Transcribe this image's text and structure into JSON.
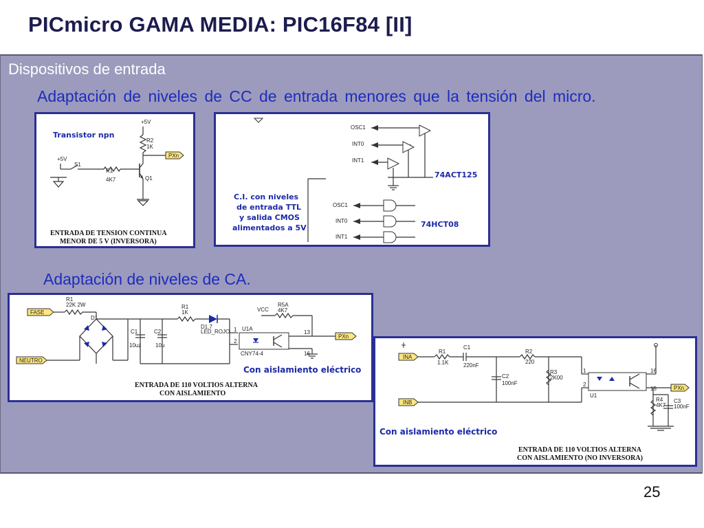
{
  "slide": {
    "title": "PICmicro GAMA MEDIA: PIC16F84 [II]",
    "section": "Dispositivos de entrada",
    "subheading_dc": "Adaptación de niveles de CC de entrada menores que la tensión del micro.",
    "subheading_ac": "Adaptación de niveles de CA.",
    "page_number": "25"
  },
  "fig_transistor": {
    "heading": "Transistor npn",
    "vcc": "+5V",
    "vcc_switch": "+5V",
    "r2": "R2",
    "r2_value": "1K",
    "r1": "R1",
    "r1_value": "4K7",
    "s1": "S1",
    "q1": "Q1",
    "output": "PXn",
    "caption_line1": "ENTRADA DE TENSION CONTINUA",
    "caption_line2": "MENOR DE 5 V (INVERSORA)"
  },
  "fig_ttl": {
    "pin_osc1": "OSC1",
    "pin_int0": "INT0",
    "pin_int1": "INT1",
    "chip_top": "74ACT125",
    "chip_bottom": "74HCT08",
    "note_line1": "C.I. con niveles",
    "note_line2": "de entrada TTL",
    "note_line3": "y salida CMOS",
    "note_line4": "alimentados a 5V"
  },
  "fig_ac1": {
    "fase": "FASE",
    "neutro": "NEUTRO",
    "r1": "R1",
    "r1_value": "22K 2W",
    "d1": "D1",
    "c1": "C1",
    "c1_value": "10uz",
    "c2": "C2",
    "c2_value": "10u",
    "r1b": "R1",
    "r1b_value": "1K",
    "led": "D1.7",
    "led_value": "LED_ROJO",
    "u1a": "U1A",
    "u1a_part": "CNY74-4",
    "vcc": "VCC",
    "r5a": "R5A",
    "r5a_value": "4K7",
    "output": "PXn",
    "pin_1": "1",
    "pin_2": "2",
    "pin_13": "13",
    "pin_16": "16",
    "note": "Con aislamiento eléctrico",
    "caption_line1": "ENTRADA DE 110 VOLTIOS ALTERNA",
    "caption_line2": "CON AISLAMIENTO"
  },
  "fig_ac2": {
    "in_a": "INA",
    "in_b": "INB",
    "r1": "R1",
    "r1_value": "1.1K",
    "c1": "C1",
    "c1_value": "220nF",
    "r2": "R2",
    "r2_value": "220",
    "c2": "C2",
    "c2_value": "100nF",
    "r3": "R3",
    "r3_value": "2K00",
    "u1": "U1",
    "r4": "R4",
    "r4_value": "4K7",
    "c3": "C3",
    "c3_value": "100nF",
    "output": "PXn",
    "pin_16": "16",
    "pin_15": "15",
    "pin_1": "1",
    "pin_2": "2",
    "note": "Con aislamiento eléctrico",
    "caption_line1": "ENTRADA DE 110 VOLTIOS ALTERNA",
    "caption_line2": "CON AISLAMIENTO (NO INVERSORA)"
  }
}
